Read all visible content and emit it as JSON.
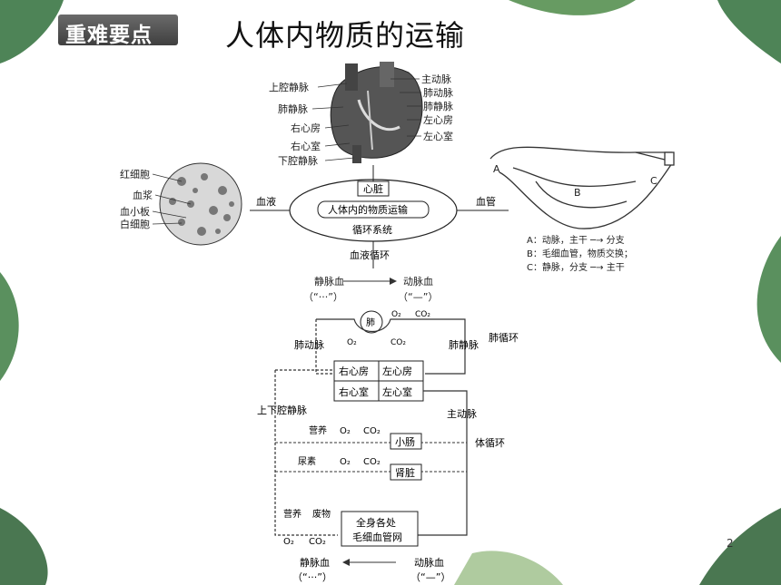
{
  "header": {
    "badge": "重难要点",
    "title": "人体内物质的运输"
  },
  "page_number": "2",
  "heart": {
    "labels_left": [
      "上腔静脉",
      "肺静脉",
      "右心房",
      "右心室",
      "下腔静脉"
    ],
    "labels_right": [
      "主动脉",
      "肺动脉",
      "肺静脉",
      "左心房",
      "左心室"
    ]
  },
  "blood_cells": [
    "红细胞",
    "血浆",
    "血小板",
    "白细胞"
  ],
  "center": {
    "heart": "心脏",
    "main": "人体内的物质运输",
    "system": "循环系统",
    "blood": "血液",
    "vessel": "血管",
    "blood_circulation": "血液循环"
  },
  "vessels": {
    "letters": [
      "A",
      "B",
      "C"
    ],
    "notes": [
      "A：动脉，主干 ─→ 分支",
      "B：毛细血管，物质交换；",
      "C：静脉，分支 ─→ 主干"
    ]
  },
  "circulation": {
    "venous_top": "静脉血",
    "venous_top_sub": "（“···”）",
    "arterial_top": "动脉血",
    "arterial_top_sub": "（“—”）",
    "lung": "肺",
    "o2": "O₂",
    "co2": "CO₂",
    "pulmonary_artery": "肺动脉",
    "pulmonary_vein": "肺静脉",
    "pulmonary_circulation": "肺循环",
    "right_atrium": "右心房",
    "left_atrium": "左心房",
    "right_ventricle": "右心室",
    "left_ventricle": "左心室",
    "vena_cava": "上下腔静脉",
    "aorta": "主动脉",
    "systemic_circulation": "体循环",
    "nutrients": "营养",
    "small_intestine": "小肠",
    "urea": "尿素",
    "kidney": "肾脏",
    "waste": "废物",
    "capillary_1": "全身各处",
    "capillary_2": "毛细血管网",
    "venous_bottom": "静脉血",
    "venous_bottom_sub": "（“···”）",
    "arterial_bottom": "动脉血",
    "arterial_bottom_sub": "（“—”）"
  },
  "colors": {
    "leaf_dark": "#1f5a34",
    "leaf_light": "#5b9a4d",
    "badge": "#4a4a4a"
  }
}
